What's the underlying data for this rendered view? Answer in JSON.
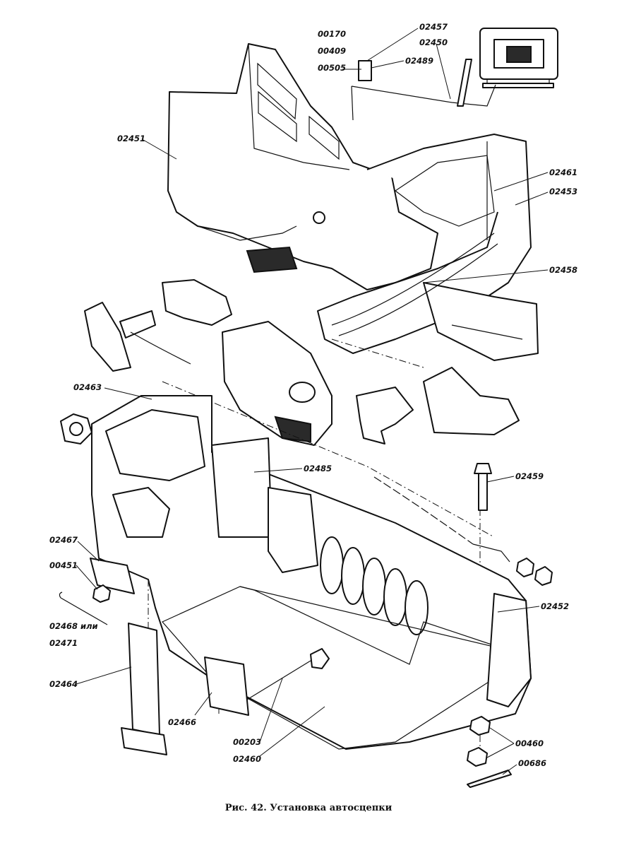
{
  "caption": "Рис. 42. Установка автосцепки",
  "callouts": [
    {
      "id": "00170",
      "label": "00170"
    },
    {
      "id": "00409",
      "label": "00409"
    },
    {
      "id": "00505",
      "label": "00505"
    },
    {
      "id": "02457",
      "label": "02457"
    },
    {
      "id": "02450",
      "label": "02450"
    },
    {
      "id": "02489",
      "label": "02489"
    },
    {
      "id": "02451",
      "label": "02451"
    },
    {
      "id": "02461",
      "label": "02461"
    },
    {
      "id": "02453",
      "label": "02453"
    },
    {
      "id": "02458",
      "label": "02458"
    },
    {
      "id": "02463",
      "label": "02463"
    },
    {
      "id": "02485",
      "label": "02485"
    },
    {
      "id": "02459",
      "label": "02459"
    },
    {
      "id": "02467",
      "label": "02467"
    },
    {
      "id": "00451",
      "label": "00451"
    },
    {
      "id": "02452",
      "label": "02452"
    },
    {
      "id": "02468",
      "label": "02468 или"
    },
    {
      "id": "02471",
      "label": "02471"
    },
    {
      "id": "02464",
      "label": "02464"
    },
    {
      "id": "02466",
      "label": "02466"
    },
    {
      "id": "00203",
      "label": "00203"
    },
    {
      "id": "02460",
      "label": "02460"
    },
    {
      "id": "00460",
      "label": "00460"
    },
    {
      "id": "00686",
      "label": "00686"
    }
  ]
}
